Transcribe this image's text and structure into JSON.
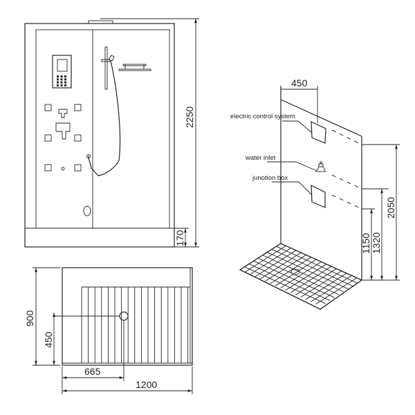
{
  "front_view": {
    "height_dim": "2250",
    "base_dim": "170"
  },
  "plan_view": {
    "depth_dim": "900",
    "drain_y_dim": "450",
    "drain_x_dim": "665",
    "width_dim": "1200"
  },
  "side_view": {
    "width_dim": "450",
    "labels": {
      "electric": "electric control system",
      "water": "water inlet",
      "junction": "junotion box"
    },
    "dims": {
      "electric_height": "2050",
      "water_height": "1320",
      "junction_height": "1150"
    }
  }
}
